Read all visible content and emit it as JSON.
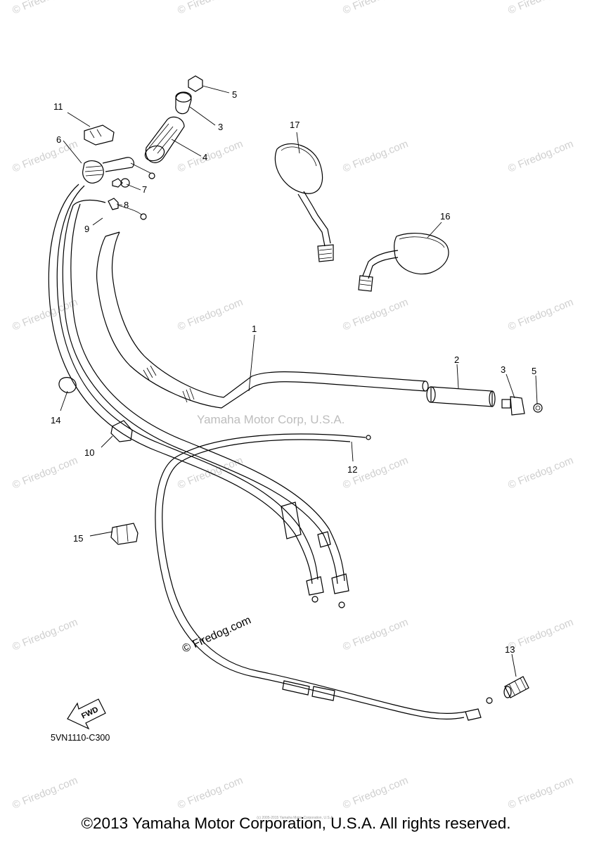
{
  "diagram": {
    "code": "5VN1110-C300",
    "fwd_label": "FWD",
    "watermark_center": "Yamaha Motor Corp, U.S.A.",
    "watermark_repeat": "© Firedog.com",
    "watermark_large": "© Firedog.com",
    "part_numbers": [
      "1",
      "2",
      "3",
      "3",
      "4",
      "5",
      "5",
      "6",
      "7",
      "8",
      "9",
      "10",
      "11",
      "12",
      "13",
      "14",
      "15",
      "16",
      "17"
    ]
  },
  "footer": {
    "copyright": "©2013 Yamaha Motor Corporation, U.S.A. All rights reserved.",
    "tiny_print": "(c) 2005-2015 Yamaha Motor Corporation, U.S.A."
  }
}
